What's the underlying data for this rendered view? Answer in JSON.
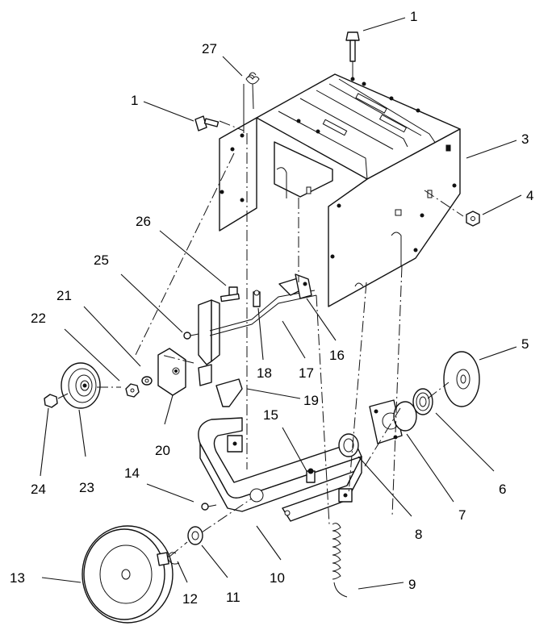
{
  "callouts": [
    {
      "id": "1a",
      "text": "1"
    },
    {
      "id": "1b",
      "text": "1"
    },
    {
      "id": "3",
      "text": "3"
    },
    {
      "id": "4",
      "text": "4"
    },
    {
      "id": "5",
      "text": "5"
    },
    {
      "id": "6",
      "text": "6"
    },
    {
      "id": "7",
      "text": "7"
    },
    {
      "id": "8",
      "text": "8"
    },
    {
      "id": "9",
      "text": "9"
    },
    {
      "id": "10",
      "text": "10"
    },
    {
      "id": "11",
      "text": "11"
    },
    {
      "id": "12",
      "text": "12"
    },
    {
      "id": "13",
      "text": "13"
    },
    {
      "id": "14",
      "text": "14"
    },
    {
      "id": "15",
      "text": "15"
    },
    {
      "id": "16",
      "text": "16"
    },
    {
      "id": "17",
      "text": "17"
    },
    {
      "id": "18",
      "text": "18"
    },
    {
      "id": "19",
      "text": "19"
    },
    {
      "id": "20",
      "text": "20"
    },
    {
      "id": "21",
      "text": "21"
    },
    {
      "id": "22",
      "text": "22"
    },
    {
      "id": "23",
      "text": "23"
    },
    {
      "id": "24",
      "text": "24"
    },
    {
      "id": "25",
      "text": "25"
    },
    {
      "id": "26",
      "text": "26"
    },
    {
      "id": "27",
      "text": "27"
    }
  ]
}
